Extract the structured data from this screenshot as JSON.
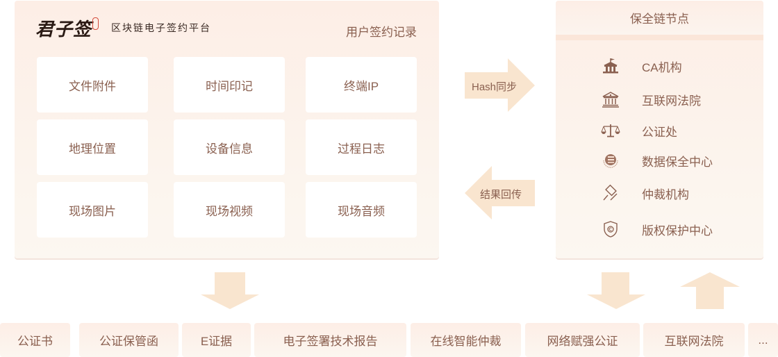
{
  "platform": {
    "logo_text": "君子签",
    "tagline": "区块链电子签约平台",
    "record_title": "用户签约记录",
    "items": [
      "文件附件",
      "时间印记",
      "终端IP",
      "地理位置",
      "设备信息",
      "过程日志",
      "现场图片",
      "现场视频",
      "现场音频"
    ]
  },
  "sync": {
    "hash_label": "Hash同步",
    "return_label": "结果回传"
  },
  "chain": {
    "title": "保全链节点",
    "nodes": [
      {
        "icon": "ca-building-icon",
        "label": "CA机构"
      },
      {
        "icon": "court-icon",
        "label": "互联网法院"
      },
      {
        "icon": "scales-icon",
        "label": "公证处"
      },
      {
        "icon": "emblem-icon",
        "label": "数据保全中心"
      },
      {
        "icon": "gavel-icon",
        "label": "仲裁机构"
      },
      {
        "icon": "copyright-shield-icon",
        "label": "版权保护中心"
      }
    ]
  },
  "outputs": [
    "公证书",
    "公证保管函",
    "E证据",
    "电子签署技术报告",
    "在线智能仲裁",
    "网络赋强公证",
    "互联网法院",
    "..."
  ],
  "colors": {
    "text": "#8a6050",
    "arrow": "#f9e5cf",
    "panel": "#fdeee6"
  }
}
